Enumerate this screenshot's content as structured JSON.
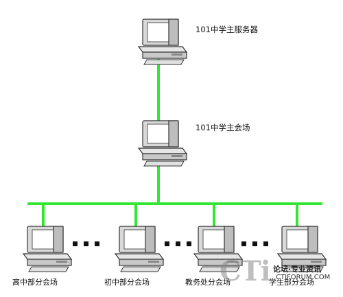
{
  "nodes": {
    "server": {
      "label": "101中学主服务器"
    },
    "main_venue": {
      "label": "101中学主会场"
    },
    "branches": [
      {
        "label": "高中部分会场"
      },
      {
        "label": "初中部分会场"
      },
      {
        "label": "教务处分会场"
      },
      {
        "label": "学生部分会场"
      }
    ]
  },
  "watermark": {
    "brand": "CTi",
    "tagline": "论坛·专业资讯",
    "url": "CTIFORUM.COM"
  },
  "colors": {
    "link": "#33e633",
    "monitor_body": "#d9d9d9",
    "screen": "#ffffff",
    "outline": "#333333"
  },
  "icons": {
    "computer": "desktop-computer-icon"
  }
}
